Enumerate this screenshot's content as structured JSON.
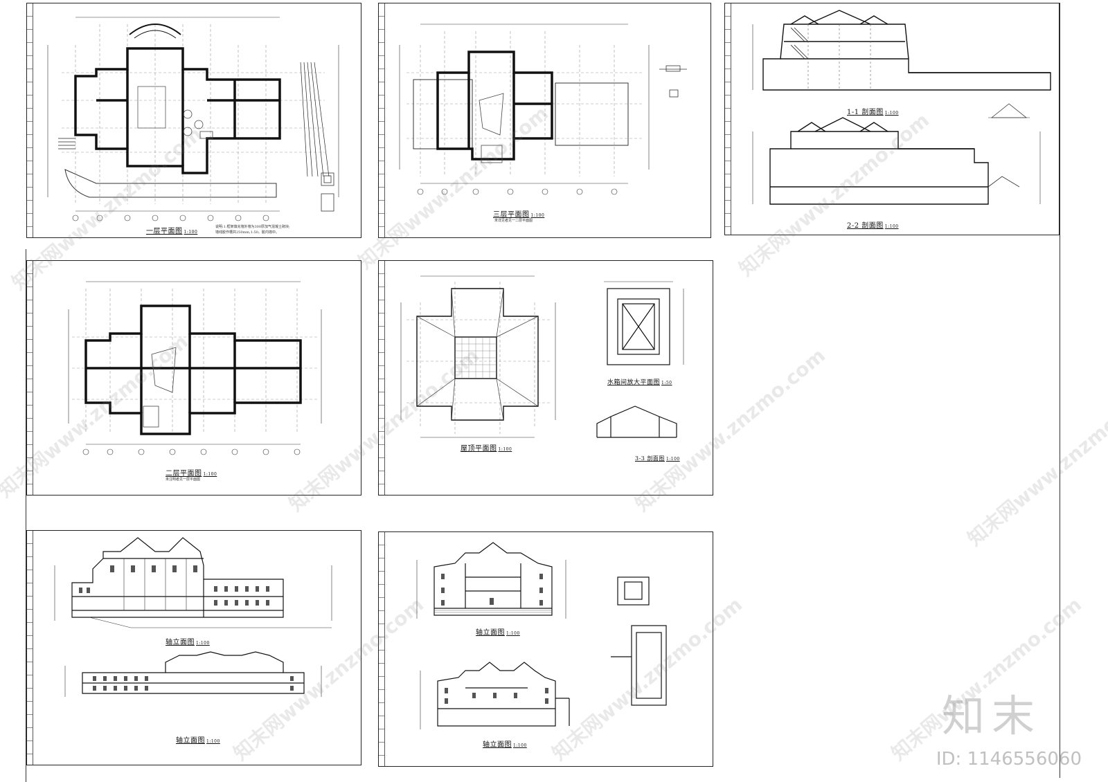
{
  "drawing_set": {
    "sheets": [
      {
        "key": "sheet-1",
        "drawings": [
          {
            "title": "一层平面图",
            "scale": "1:100"
          }
        ],
        "notes": [
          "说明:1.框架填充墙外墙为300厚加气混凝土砌块;",
          "墙线胶作槽共250mm,1:50。胶内墙中。"
        ]
      },
      {
        "key": "sheet-2",
        "drawings": [
          {
            "title": "三层平面图",
            "scale": "1:100"
          }
        ],
        "notes": [
          "未详见者见一二层平面图"
        ]
      },
      {
        "key": "sheet-3",
        "drawings": [
          {
            "title": "1-1 剖面图",
            "scale": "1:100"
          },
          {
            "title": "2-2 剖面图",
            "scale": "1:100"
          }
        ],
        "notes": []
      },
      {
        "key": "sheet-4",
        "drawings": [
          {
            "title": "二层平面图",
            "scale": "1:100"
          }
        ],
        "notes": [
          "未注明者见一层平面图"
        ]
      },
      {
        "key": "sheet-5",
        "drawings": [
          {
            "title": "屋顶平面图",
            "scale": "1:100"
          },
          {
            "title": "水箱间放大平面图",
            "scale": "1:50"
          },
          {
            "title": "3-3 剖面图",
            "scale": "1:100"
          }
        ],
        "notes": []
      },
      {
        "key": "sheet-6",
        "drawings": [
          {
            "title": "轴立面图",
            "scale": "1:100"
          },
          {
            "title": "轴立面图",
            "scale": "1:100"
          }
        ],
        "notes": []
      },
      {
        "key": "sheet-7",
        "drawings": [
          {
            "title": "轴立面图",
            "scale": "1:100"
          },
          {
            "title": "轴立面图",
            "scale": "1:100"
          }
        ],
        "notes": []
      }
    ]
  },
  "watermark": {
    "brand": "知末",
    "id_label": "ID: 1146556060",
    "site_text": "知末网www.znzmo.com"
  }
}
